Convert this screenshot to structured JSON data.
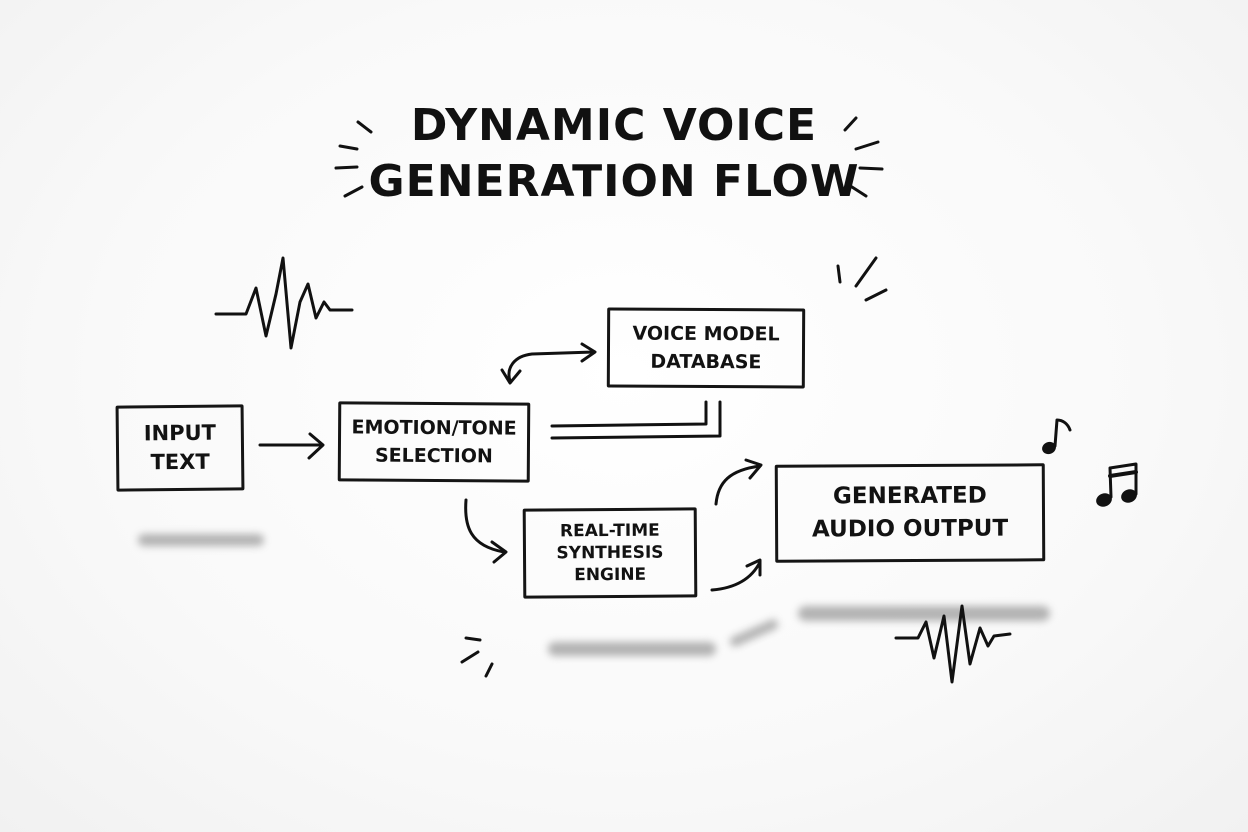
{
  "title": {
    "line1": "DYNAMIC VOICE",
    "line2": "GENERATION FLOW"
  },
  "nodes": {
    "input_text": [
      "INPUT",
      "TEXT"
    ],
    "emotion_tone": [
      "EMOTION/TONE",
      "SELECTION"
    ],
    "voice_model": [
      "VOICE MODEL",
      "DATABASE"
    ],
    "synthesis": [
      "REAL-TIME",
      "SYNTHESIS",
      "ENGINE"
    ],
    "output": [
      "GENERATED",
      "AUDIO OUTPUT"
    ]
  },
  "decorations": {
    "waveform_icon": "waveform-icon",
    "music_note_icon": "music-note-icon",
    "double_note_icon": "double-music-note-icon",
    "burst_icon": "burst-lines-icon"
  },
  "colors": {
    "ink": "#111111",
    "background": "#fbfbfb",
    "shadow": "#9a9a9a"
  }
}
